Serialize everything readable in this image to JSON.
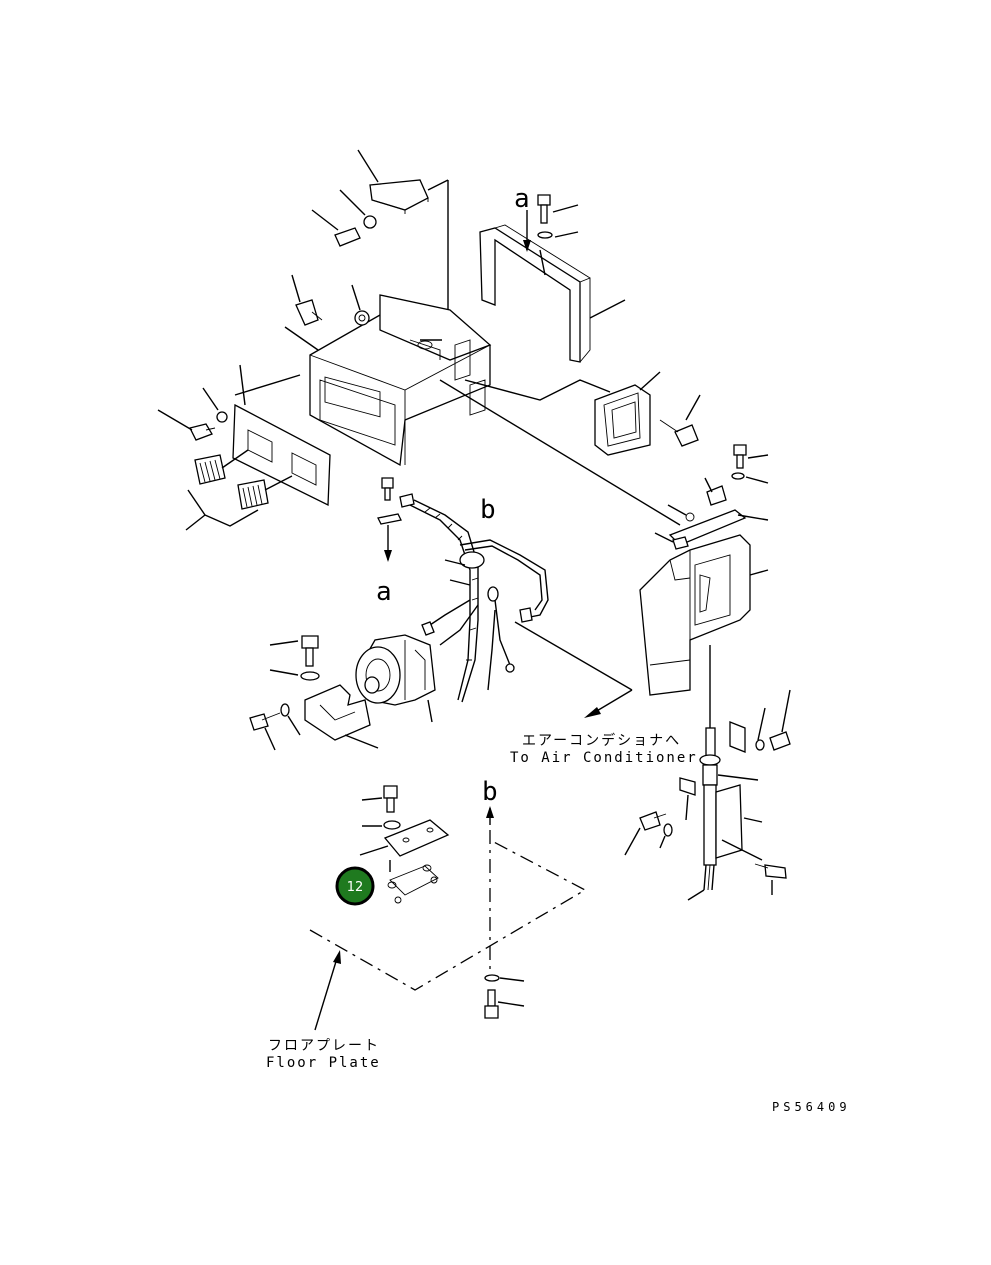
{
  "diagram": {
    "arrow_labels": {
      "a_top": "a",
      "a_bottom": "a",
      "b_top": "b",
      "b_bottom": "b"
    },
    "air_conditioner_note": {
      "japanese": "エアーコンデショナへ",
      "english": "To Air Conditioner"
    },
    "floor_plate_note": {
      "japanese": "フロアプレート",
      "english": "Floor Plate"
    },
    "callout": {
      "number": "12",
      "color": "#1f7a1f",
      "ring_color": "#000000"
    },
    "drawing_code": "PS56409"
  }
}
